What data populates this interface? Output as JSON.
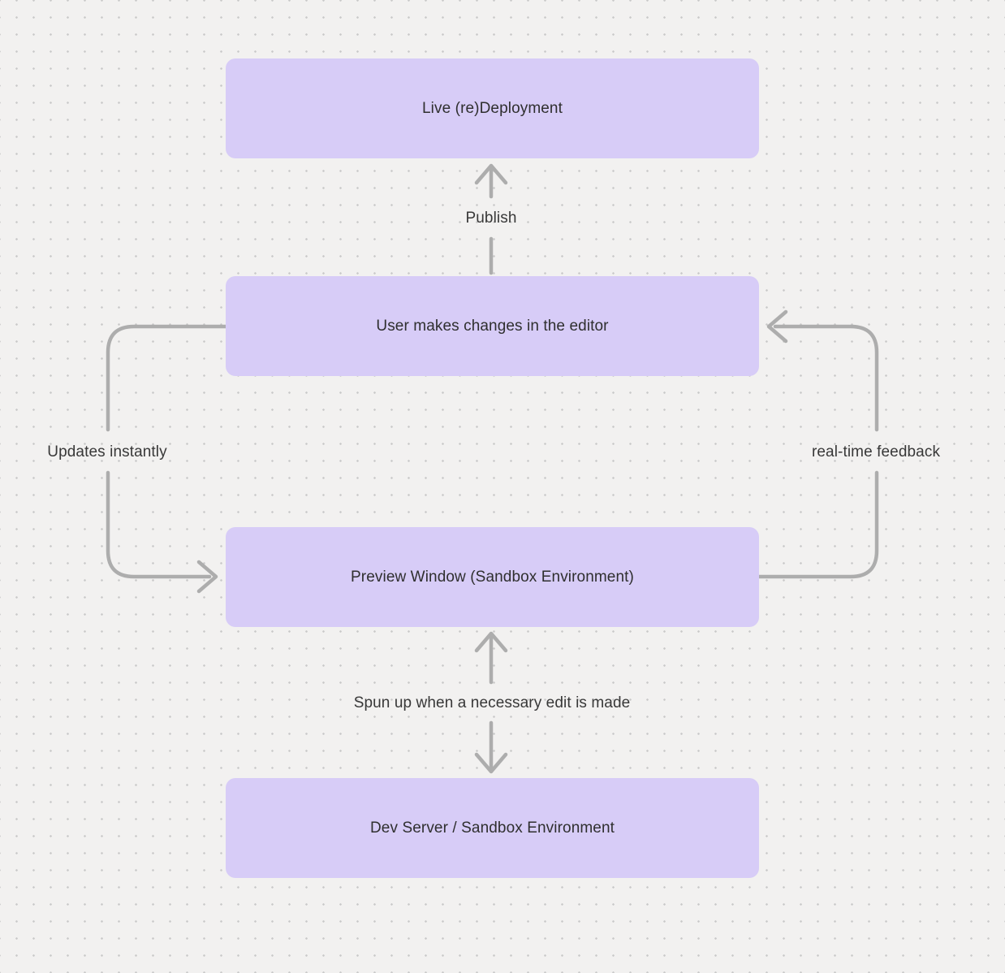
{
  "diagram": {
    "nodes": [
      {
        "label": "Live (re)Deployment"
      },
      {
        "label": "User makes changes in the editor"
      },
      {
        "label": "Preview Window (Sandbox Environment)"
      },
      {
        "label": "Dev Server / Sandbox Environment"
      }
    ],
    "edge_labels": {
      "publish": "Publish",
      "updates_instantly": "Updates instantly",
      "real_time_feedback": "real-time feedback",
      "spun_up": "Spun up when a necessary edit is made"
    },
    "colors": {
      "background": "#f2f1f0",
      "grid_dot": "#c9c9c9",
      "node_fill": "#d7ccf7",
      "node_text": "#2f2f2f",
      "arrow": "#adadad",
      "label_text": "#383838"
    }
  }
}
